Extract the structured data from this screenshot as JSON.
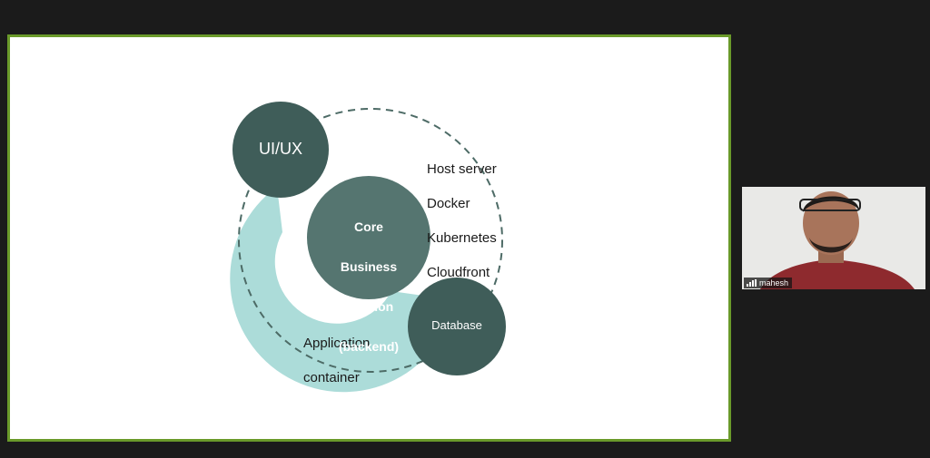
{
  "diagram": {
    "outer_circle_text": [
      "Host server",
      "Docker",
      "Kubernetes",
      "Cloudfront"
    ],
    "app_container_text": [
      "Application",
      "container"
    ],
    "uiux_label": "UI/UX",
    "core_label": [
      "Core",
      "Business",
      "solution",
      "(backend)"
    ],
    "database_label": "Database",
    "colors": {
      "dark_circle": "#3f5d59",
      "core_circle": "#557570",
      "app_container": "#acdcd9",
      "dashed_circle": "#4d6b66",
      "frame_border": "#6a9a2a"
    }
  },
  "participant": {
    "name": "mahesh",
    "icon": "signal-strength-icon"
  }
}
